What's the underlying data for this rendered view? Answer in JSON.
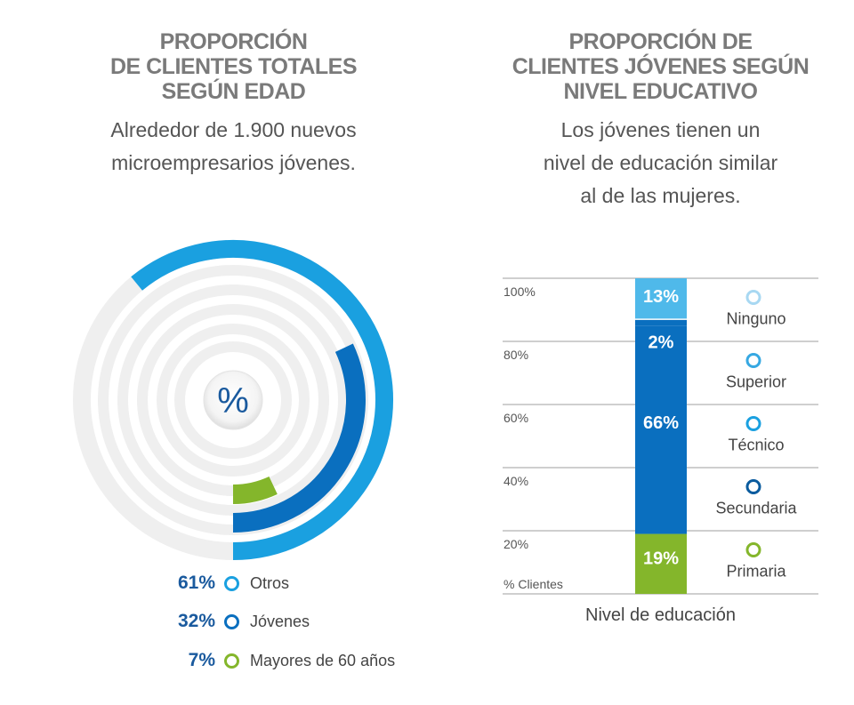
{
  "left": {
    "title_lines": [
      "PROPORCIÓN",
      "DE CLIENTES TOTALES",
      "SEGÚN EDAD"
    ],
    "subtitle_lines": [
      "Alrededor de 1.900 nuevos",
      "microempresarios jóvenes."
    ],
    "center_symbol": "%"
  },
  "right": {
    "title_lines": [
      "PROPORCIÓN DE",
      "CLIENTES JÓVENES SEGÚN",
      "NIVEL EDUCATIVO"
    ],
    "subtitle_lines": [
      "Los jóvenes tienen un",
      "nivel de educación similar",
      "al de las mujeres."
    ]
  },
  "colors": {
    "light_blue": "#1aa0e0",
    "dark_blue": "#0a6fbf",
    "green": "#84b62b",
    "pale_blue": "#4fb9ea",
    "ring_gray": "#efefef",
    "pct_text": "#1a5a9e"
  },
  "chart_data": [
    {
      "type": "pie",
      "categories": [
        "Otros",
        "Jóvenes",
        "Mayores de 60 años"
      ],
      "values": [
        61,
        32,
        7
      ],
      "value_labels": [
        "61%",
        "32%",
        "7%"
      ],
      "colors": [
        "#1aa0e0",
        "#0a6fbf",
        "#84b62b"
      ],
      "legend": "bottom"
    },
    {
      "type": "bar",
      "stacked": true,
      "categories": [
        "Primaria",
        "Secundaria",
        "Técnico",
        "Superior",
        "Ninguno"
      ],
      "values": [
        19,
        0,
        66,
        2,
        13
      ],
      "value_labels": [
        "19%",
        "",
        "66%",
        "2%",
        "13%"
      ],
      "colors": [
        "#84b62b",
        "#0a6fbf",
        "#0a6fbf",
        "#0a6fbf",
        "#4fb9ea"
      ],
      "legend_colors": [
        "#84b62b",
        "#0a5b9e",
        "#1aa0e0",
        "#36a8e2",
        "#a8d8f2"
      ],
      "ylabel": "% Clientes",
      "xlabel": "Nivel de educación",
      "ytick_labels": [
        "20%",
        "40%",
        "60%",
        "80%",
        "100%"
      ],
      "ytick_values": [
        20,
        40,
        60,
        80,
        100
      ],
      "legend": "right"
    }
  ]
}
